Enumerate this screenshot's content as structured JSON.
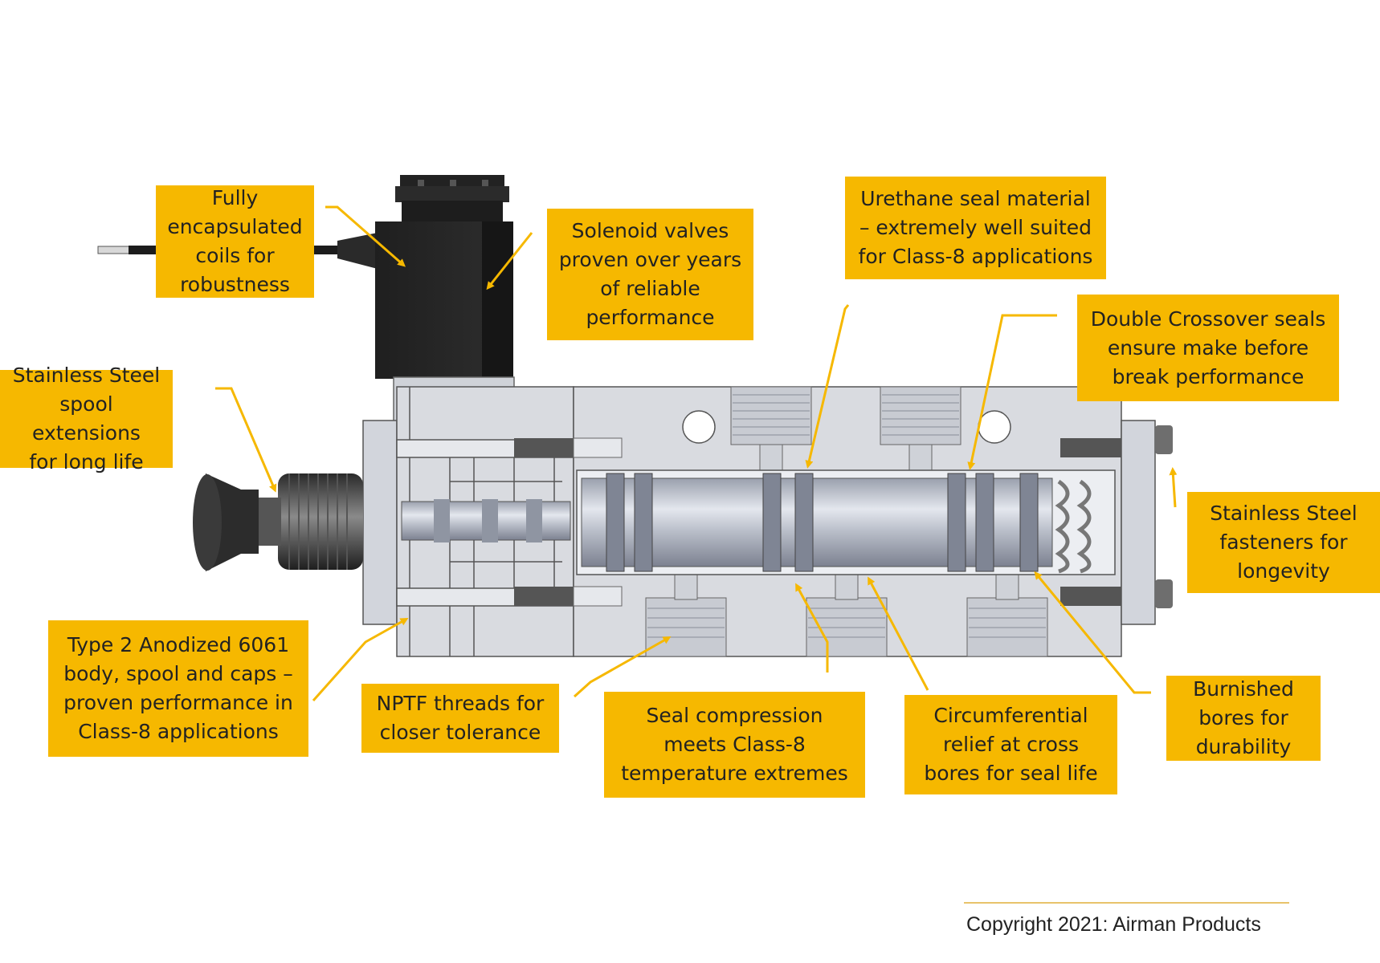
{
  "callouts": {
    "coils": "Fully\nencapsulated\ncoils for\nrobustness",
    "solenoid": "Solenoid valves\nproven over years\nof reliable\nperformance",
    "urethane": "Urethane seal material\n– extremely well suited\nfor Class-8 applications",
    "crossover": "Double Crossover seals\nensure make before\nbreak performance",
    "spool_ext": "Stainless Steel\nspool extensions\nfor long life",
    "fasteners": "Stainless Steel\nfasteners for\nlongevity",
    "anodized": "Type 2 Anodized 6061\nbody, spool and caps –\nproven performance in\nClass-8 applications",
    "nptf": "NPTF threads for\ncloser tolerance",
    "compression": "Seal compression\nmeets Class-8\ntemperature extremes",
    "relief": "Circumferential\nrelief at cross\nbores for seal life",
    "burnished": "Burnished\nbores for\ndurability"
  },
  "copyright": "Copyright 2021: Airman Products",
  "colors": {
    "callout_fill": "#f6b800",
    "arrow": "#f6b800",
    "body_gray": "#d9dbe0"
  }
}
